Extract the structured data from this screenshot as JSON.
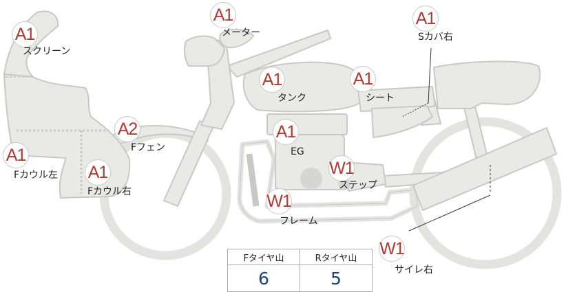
{
  "parts": [
    {
      "id": "screen",
      "label": "スクリーン",
      "grade": "A1"
    },
    {
      "id": "meter",
      "label": "メーター",
      "grade": "A1"
    },
    {
      "id": "scover_r",
      "label": "Sカバ右",
      "grade": "A1"
    },
    {
      "id": "tank",
      "label": "タンク",
      "grade": "A1"
    },
    {
      "id": "seat",
      "label": "シート",
      "grade": "A1"
    },
    {
      "id": "ffender",
      "label": "Fフェン",
      "grade": "A2"
    },
    {
      "id": "eg",
      "label": "EG",
      "grade": "A1"
    },
    {
      "id": "fcowl_l",
      "label": "Fカウル左",
      "grade": "A1"
    },
    {
      "id": "fcowl_r",
      "label": "Fカウル右",
      "grade": "A1"
    },
    {
      "id": "step",
      "label": "ステップ",
      "grade": "W1"
    },
    {
      "id": "frame",
      "label": "フレーム",
      "grade": "W1"
    },
    {
      "id": "muffler_r",
      "label": "サイレ右",
      "grade": "W1"
    }
  ],
  "tire_tread": {
    "front_label": "Fタイヤ山",
    "rear_label": "Rタイヤ山",
    "front_value": "6",
    "rear_value": "5"
  },
  "colors": {
    "part_fill": "#e9e9e6",
    "part_stroke": "#c8c8c5",
    "grade_text": "#b23a33",
    "value_text": "#1f3f78"
  }
}
